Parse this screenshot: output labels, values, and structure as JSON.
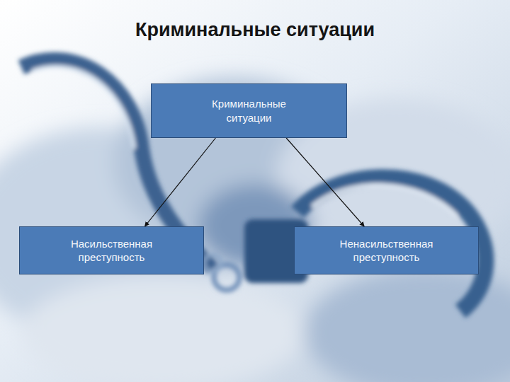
{
  "diagram": {
    "title": "Криминальные ситуации",
    "nodes": [
      {
        "text": [
          "Криминальные ситуации"
        ]
      },
      {
        "text": [
          "Насильственная преступность"
        ]
      },
      {
        "text": [
          "Ненасильственная преступность"
        ]
      }
    ],
    "edges": [
      {
        "from": 0,
        "to": 1,
        "arrow": "to"
      },
      {
        "from": 0,
        "to": 2,
        "arrow": "to"
      }
    ]
  }
}
